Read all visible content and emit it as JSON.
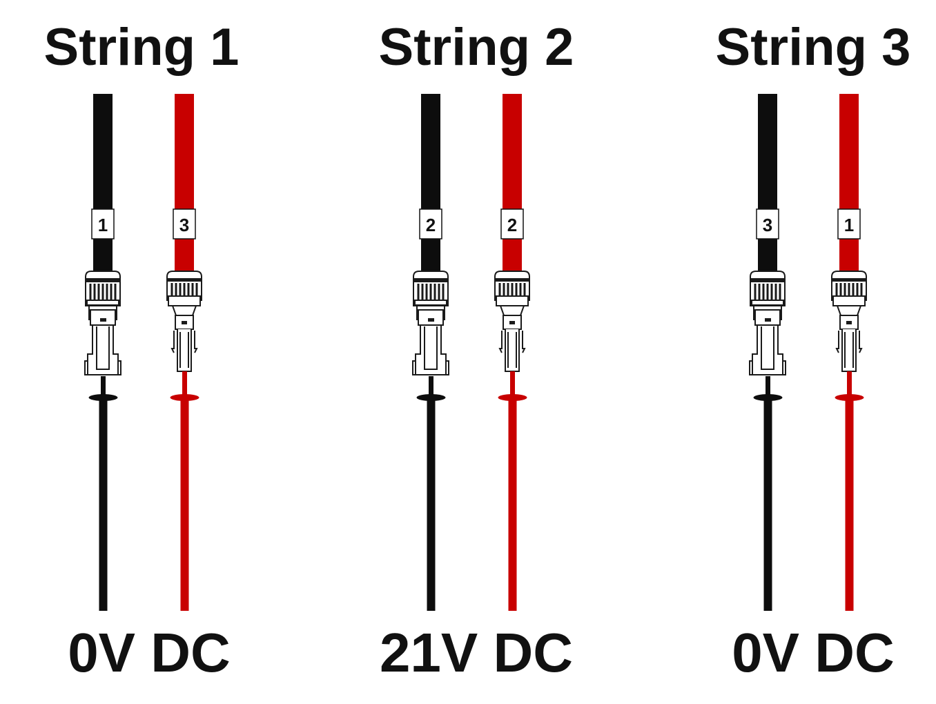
{
  "colors": {
    "negative": "#0d0d0d",
    "positive": "#c80000",
    "connector_fill": "#ffffff",
    "connector_stroke": "#1a1a1a",
    "text": "#111111"
  },
  "strings": [
    {
      "title": "String 1",
      "reading": "0V DC",
      "negative": {
        "tag": "1",
        "connector_icon": "mc4-female-connector-icon",
        "probe_icon": "black-test-probe-icon"
      },
      "positive": {
        "tag": "3",
        "connector_icon": "mc4-male-connector-icon",
        "probe_icon": "red-test-probe-icon"
      }
    },
    {
      "title": "String 2",
      "reading": "21V DC",
      "negative": {
        "tag": "2",
        "connector_icon": "mc4-female-connector-icon",
        "probe_icon": "black-test-probe-icon"
      },
      "positive": {
        "tag": "2",
        "connector_icon": "mc4-male-connector-icon",
        "probe_icon": "red-test-probe-icon"
      }
    },
    {
      "title": "String 3",
      "reading": "0V DC",
      "negative": {
        "tag": "3",
        "connector_icon": "mc4-female-connector-icon",
        "probe_icon": "black-test-probe-icon"
      },
      "positive": {
        "tag": "1",
        "connector_icon": "mc4-male-connector-icon",
        "probe_icon": "red-test-probe-icon"
      }
    }
  ]
}
